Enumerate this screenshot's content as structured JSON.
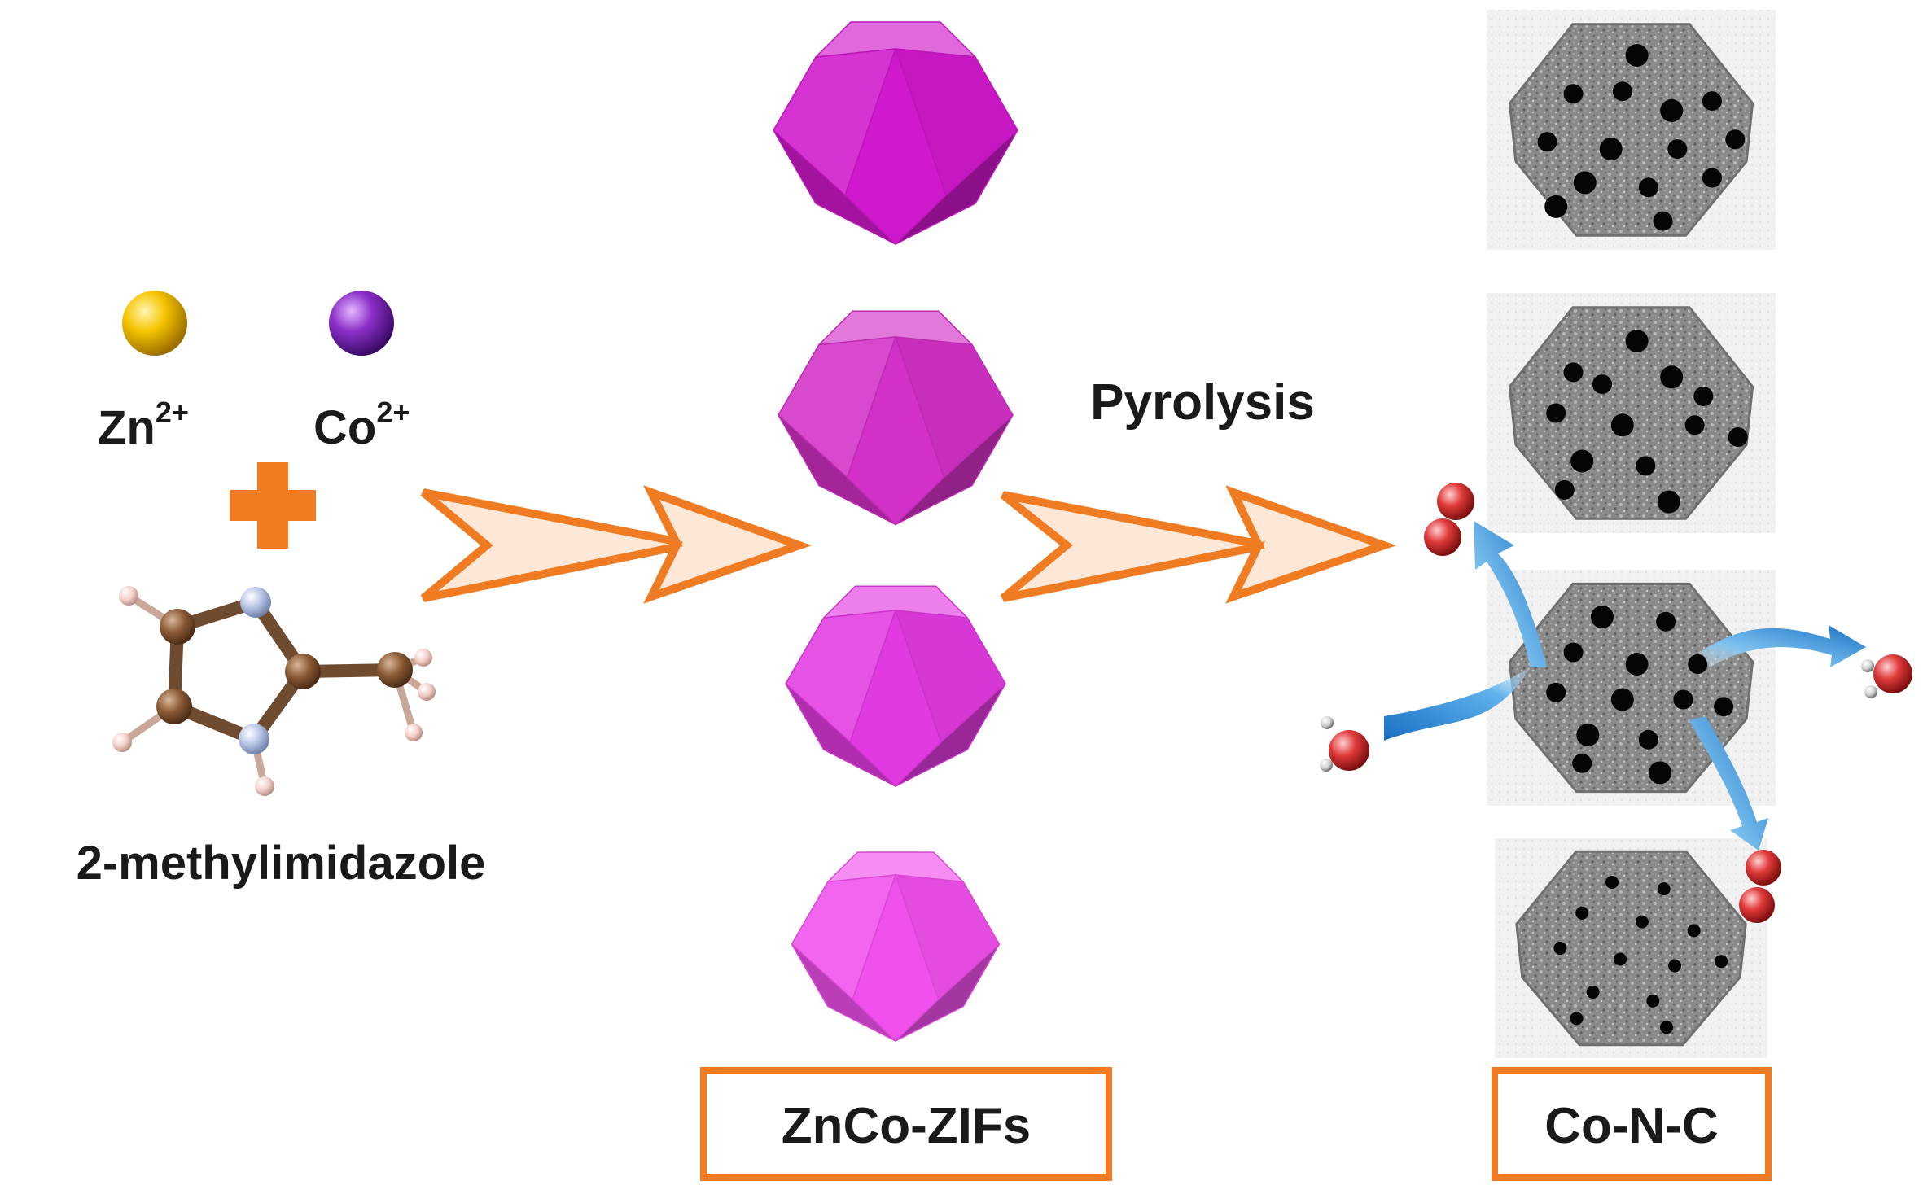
{
  "ions": {
    "zn": {
      "symbol": "Zn",
      "charge": "2+",
      "color": "#f2b705"
    },
    "co": {
      "symbol": "Co",
      "charge": "2+",
      "color": "#8b2fc9"
    }
  },
  "linker": {
    "label": "2-methylimidazole"
  },
  "step1": {
    "label": ""
  },
  "step2": {
    "label": "Pyrolysis"
  },
  "zif": {
    "label": "ZnCo-ZIFs",
    "shades": [
      "#d018cc",
      "#d230c6",
      "#e13ae0",
      "#f050ec"
    ]
  },
  "product": {
    "label": "Co-N-C"
  },
  "colors": {
    "accent": "#ef7c22",
    "arrow_fill": "#fde8d8",
    "reaction_arrow": "#2a8ad6"
  }
}
